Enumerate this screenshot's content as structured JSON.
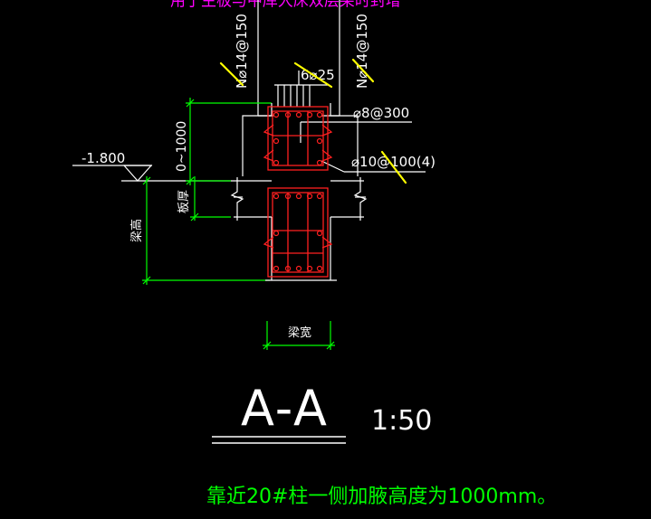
{
  "drawing": {
    "top_note": "用于主板与中库大床双层架时封增",
    "rebar_left": "N⌀14@150",
    "rebar_right": "N⌀14@150",
    "top_bars": "6⌀25",
    "stirrup_spacing": "⌀8@300",
    "stirrup_main": "⌀10@100(4)",
    "elevation": "-1.800",
    "haunch_range": "0~1000",
    "slab_thickness": "板厚",
    "beam_height": "梁高",
    "beam_width": "梁宽",
    "section_label": "A-A",
    "scale": "1:50",
    "bottom_note": "靠近20#柱一侧加腋高度为1000mm。"
  },
  "colors": {
    "white": "#ffffff",
    "green": "#00ff00",
    "red": "#ff2020",
    "magenta": "#ff00ff",
    "yellow": "#ffff00",
    "background": "#000000"
  }
}
